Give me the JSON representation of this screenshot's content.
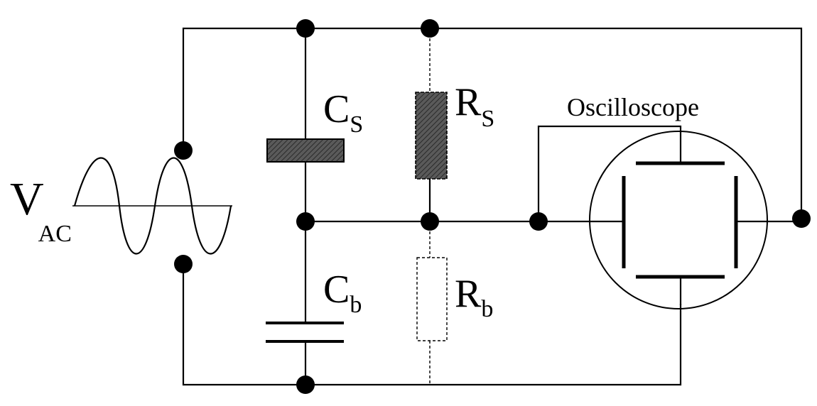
{
  "source": {
    "symbol": "V",
    "subscript": "AC"
  },
  "components": {
    "cs": {
      "symbol": "C",
      "subscript": "S"
    },
    "rs": {
      "symbol": "R",
      "subscript": "S"
    },
    "cb": {
      "symbol": "C",
      "subscript": "b"
    },
    "rb": {
      "symbol": "R",
      "subscript": "b"
    }
  },
  "oscilloscope": {
    "label": "Oscilloscope"
  },
  "colors": {
    "ink": "#000000",
    "hatch_fill": "#555555",
    "background": "#ffffff"
  }
}
